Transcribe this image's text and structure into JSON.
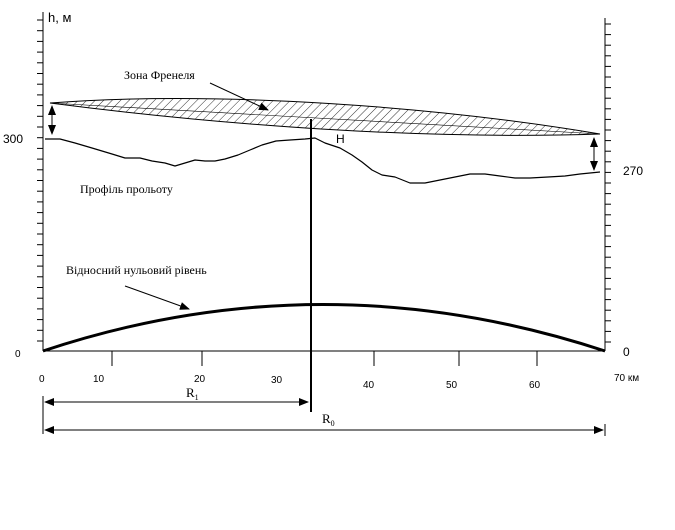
{
  "axes": {
    "left_title": "h, м",
    "left_value_300": "300",
    "left_value_0": "0",
    "right_value_270": "270",
    "right_value_0": "0",
    "x_ticks": [
      "0",
      "10",
      "20",
      "30",
      "40",
      "50",
      "60"
    ],
    "x_end_label": "70 км"
  },
  "labels": {
    "fresnel_zone": "Зона Френеля",
    "profile": "Профіль прольоту",
    "zero_level": "Відносний нульовий рівень",
    "clearance": "H",
    "r1_base": "R",
    "r1_sub": "1",
    "r0_base": "R",
    "r0_sub": "0"
  },
  "colors": {
    "ink": "#000000",
    "background": "#ffffff"
  }
}
